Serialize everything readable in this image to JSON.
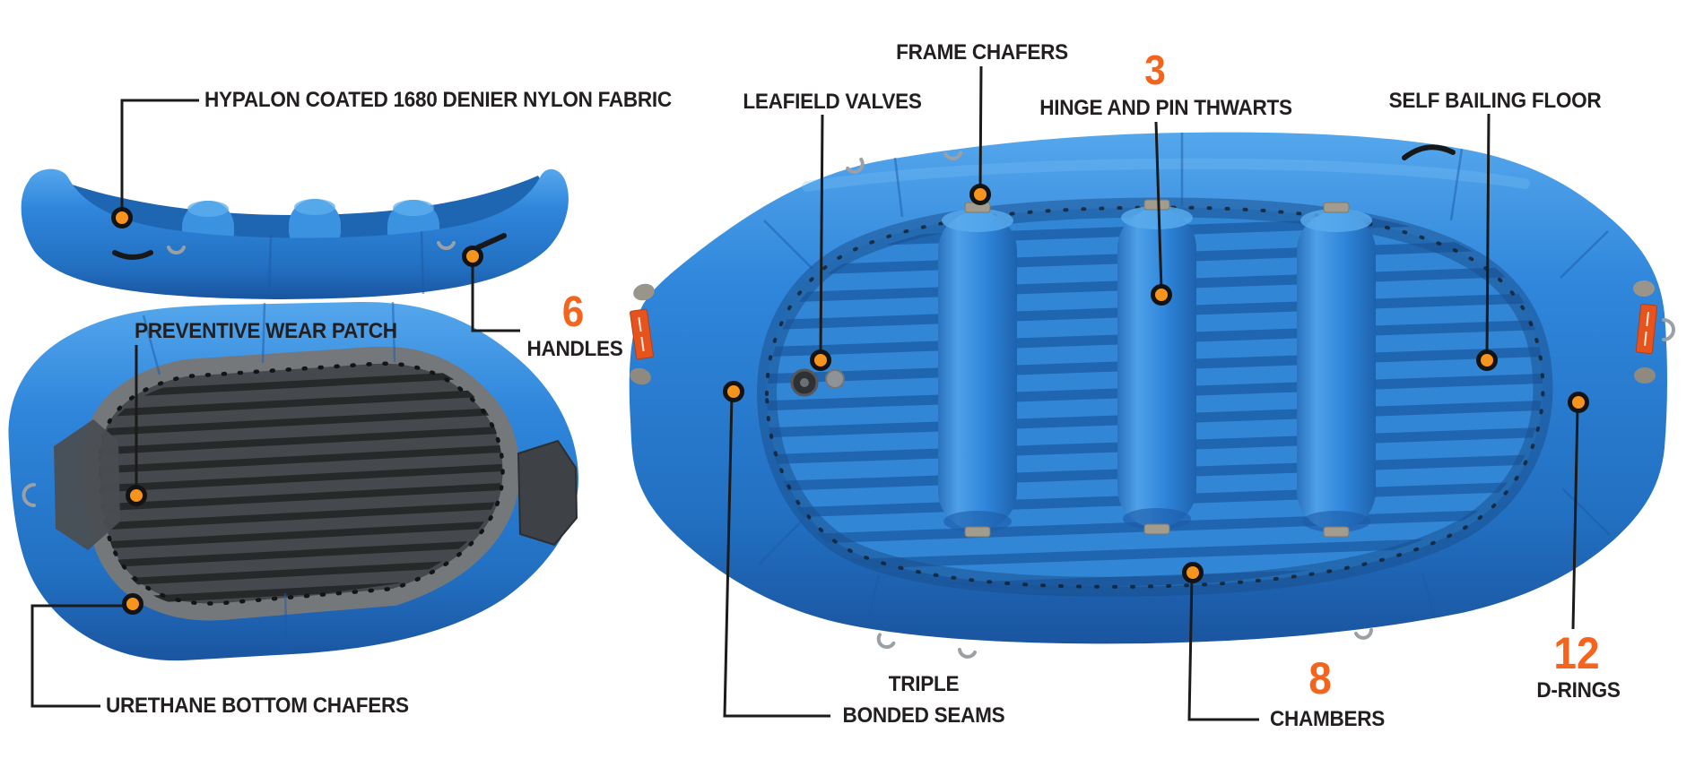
{
  "diagram": {
    "background": "#FFFFFF"
  },
  "colors": {
    "accent_orange": "#F4641D",
    "dot_orange": "#F7941D",
    "leader_line": "#1B1B1B",
    "label_dark": "#231F20",
    "raft_blue": "#2F86DB",
    "raft_blue_light": "#4FA3EC",
    "raft_blue_dark": "#1B5CA8",
    "floor_charcoal": "#3B3E41",
    "chafer_gray": "#75787B",
    "patch_orange": "#E6531D"
  },
  "callouts": {
    "fabric": {
      "label": "HYPALON COATED 1680 DENIER NYLON FABRIC"
    },
    "wear_patch": {
      "label": "PREVENTIVE WEAR PATCH"
    },
    "handles": {
      "count": "6",
      "label": "HANDLES"
    },
    "bottom_chafers": {
      "label": "URETHANE BOTTOM CHAFERS"
    },
    "frame_chafers": {
      "label": "FRAME CHAFERS"
    },
    "valves": {
      "label": "LEAFIELD VALVES"
    },
    "thwarts": {
      "count": "3",
      "label": "HINGE AND PIN THWARTS"
    },
    "self_bailing_floor": {
      "label": "SELF BAILING FLOOR"
    },
    "seams": {
      "line1": "TRIPLE",
      "line2": "BONDED SEAMS"
    },
    "chambers": {
      "count": "8",
      "label": "CHAMBERS"
    },
    "d_rings": {
      "count": "12",
      "label": "D-RINGS"
    }
  }
}
